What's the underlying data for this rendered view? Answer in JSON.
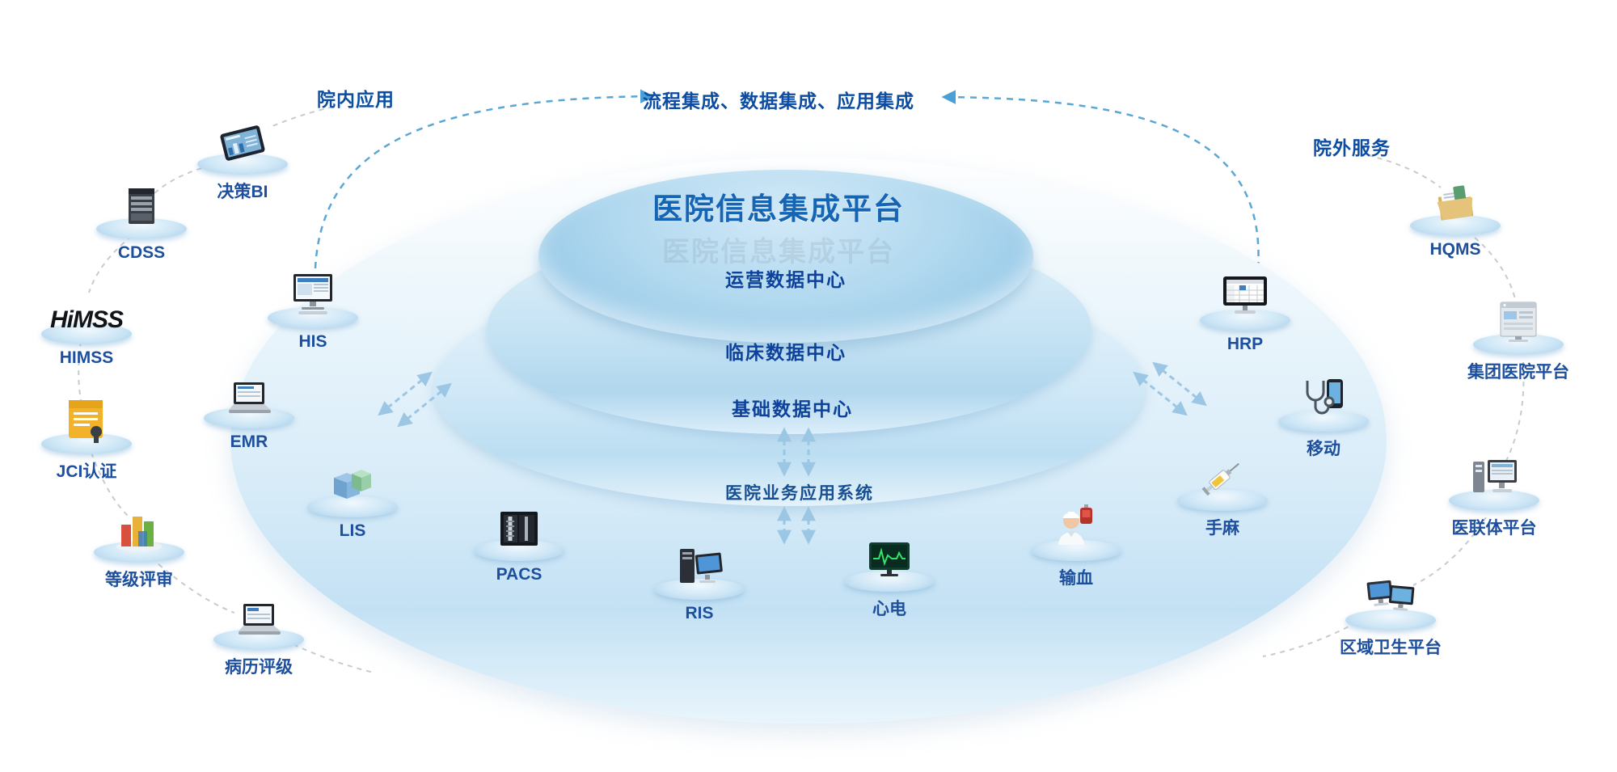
{
  "header": {
    "left": "院内应用",
    "banner": "流程集成、数据集成、应用集成",
    "right": "院外服务"
  },
  "platform": {
    "title": "医院信息集成平台",
    "title_reflection": "医院信息集成平台",
    "layers": [
      {
        "label": "运营数据中心"
      },
      {
        "label": "临床数据中心"
      },
      {
        "label": "基础数据中心"
      }
    ],
    "apps_label": "医院业务应用系统"
  },
  "nodes": [
    {
      "id": "juece-bi",
      "label": "决策BI",
      "icon": "tablet-icon"
    },
    {
      "id": "cdss",
      "label": "CDSS",
      "icon": "server-icon"
    },
    {
      "id": "himss",
      "label": "HIMSS",
      "icon": "himss-logo",
      "logo_text": "HiMSS"
    },
    {
      "id": "jci",
      "label": "JCI认证",
      "icon": "certificate-icon"
    },
    {
      "id": "dengji",
      "label": "等级评审",
      "icon": "bar-chart-icon"
    },
    {
      "id": "bingli",
      "label": "病历评级",
      "icon": "laptop-icon"
    },
    {
      "id": "his",
      "label": "HIS",
      "icon": "desktop-icon"
    },
    {
      "id": "emr",
      "label": "EMR",
      "icon": "laptop-icon"
    },
    {
      "id": "lis",
      "label": "LIS",
      "icon": "boxes-icon"
    },
    {
      "id": "pacs",
      "label": "PACS",
      "icon": "xray-icon"
    },
    {
      "id": "ris",
      "label": "RIS",
      "icon": "workstation-icon"
    },
    {
      "id": "xindian",
      "label": "心电",
      "icon": "ecg-icon"
    },
    {
      "id": "shuxue",
      "label": "输血",
      "icon": "nurse-icon"
    },
    {
      "id": "shouma",
      "label": "手麻",
      "icon": "syringe-icon"
    },
    {
      "id": "yidong",
      "label": "移动",
      "icon": "stethoscope-phone-icon"
    },
    {
      "id": "hrp",
      "label": "HRP",
      "icon": "spreadsheet-monitor-icon"
    },
    {
      "id": "hqms",
      "label": "HQMS",
      "icon": "folder-icon"
    },
    {
      "id": "jituan",
      "label": "集团医院平台",
      "icon": "webpage-icon"
    },
    {
      "id": "yilianti",
      "label": "医联体平台",
      "icon": "desktop-tower-icon"
    },
    {
      "id": "quyu",
      "label": "区域卫生平台",
      "icon": "dual-monitor-icon"
    }
  ],
  "colors": {
    "title": "#1565b4",
    "ring_label": "#0d419a",
    "node_label": "#1d4f9d",
    "disc_blue": "#a8d4ec",
    "arrow_blue": "#4a9fd4",
    "flow_arrow": "#9cc7e4"
  }
}
